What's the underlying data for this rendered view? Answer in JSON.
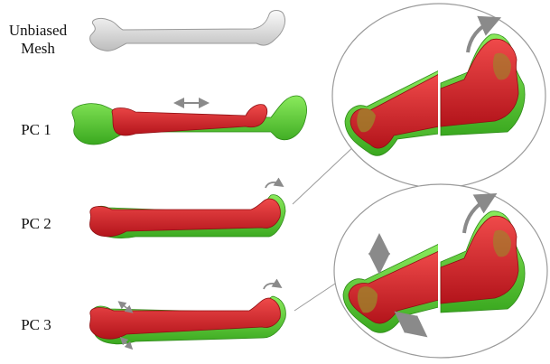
{
  "labels": {
    "unbiased_line1": "Unbiased",
    "unbiased_line2": "Mesh",
    "pc1": "PC 1",
    "pc2": "PC 2",
    "pc3": "PC 3"
  },
  "colors": {
    "mean_mesh": "#e8e8e8",
    "mode_red": "#e8242b",
    "mode_green": "#5fd13a",
    "overlap_olive": "#9a8a2a",
    "arrow_gray": "#8a8a8a",
    "zoom_ellipse": "#9a9a9a"
  },
  "icons": {
    "horizontal_arrow": "double-headed-arrow-icon",
    "rotation_arrow": "curved-arrow-icon"
  }
}
